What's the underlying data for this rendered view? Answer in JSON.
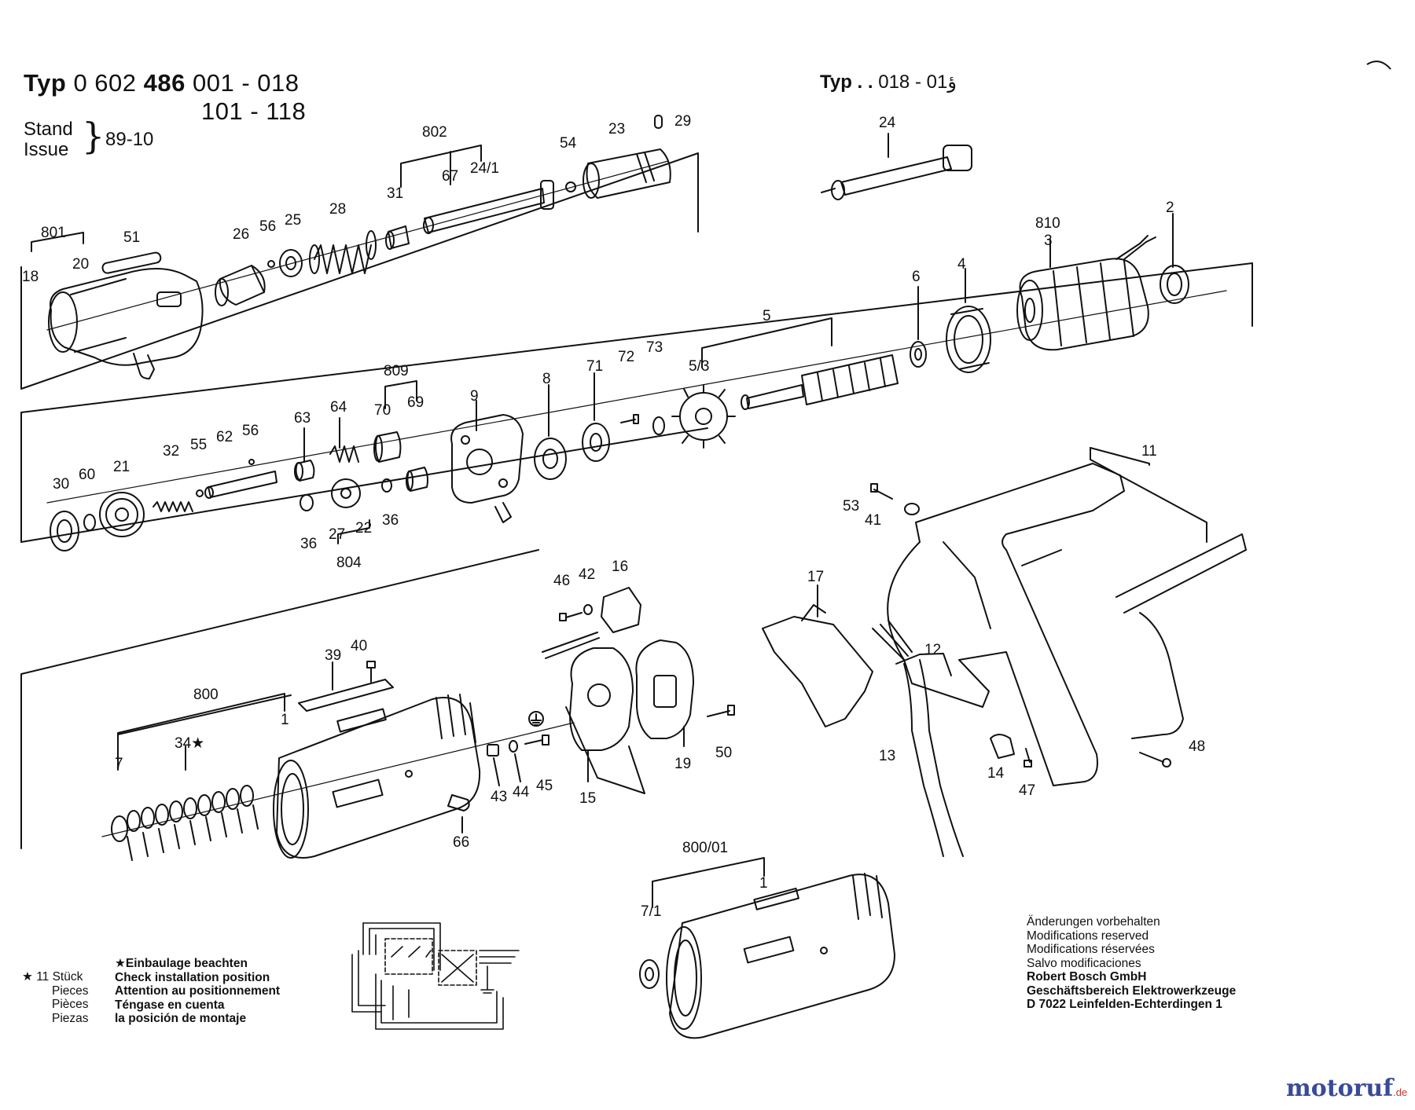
{
  "header": {
    "typ_label": "Typ",
    "typ_number": "0 602",
    "typ_number_bold": "486",
    "variants_1": "001 - 018",
    "variants_2": "101 - 118",
    "stand": "Stand",
    "issue": "Issue",
    "date": "89-10",
    "typ_right": "Typ . .",
    "typ_right_range": "ؤ01 - 018"
  },
  "callouts": [
    "802",
    "67",
    "24/1",
    "31",
    "23",
    "29",
    "54",
    "24",
    "801",
    "51",
    "26",
    "56",
    "25",
    "28",
    "18",
    "20",
    "810",
    "3",
    "2",
    "6",
    "4",
    "5",
    "5/3",
    "809",
    "70",
    "69",
    "9",
    "8",
    "71",
    "72",
    "73",
    "30",
    "60",
    "21",
    "32",
    "55",
    "62",
    "56",
    "63",
    "64",
    "36",
    "27",
    "22",
    "36",
    "804",
    "11",
    "53",
    "41",
    "46",
    "42",
    "16",
    "17",
    "12",
    "39",
    "40",
    "800",
    "34★",
    "7",
    "1",
    "43",
    "44",
    "45",
    "15",
    "19",
    "50",
    "66",
    "13",
    "14",
    "47",
    "48",
    "800/01",
    "1",
    "7/1"
  ],
  "install_note": {
    "count": "★ 11 Stück",
    "pieces_1": "Pieces",
    "pieces_2": "Pièces",
    "pieces_3": "Piezas",
    "line_1": "★Einbaulage beachten",
    "line_2": "Check installation position",
    "line_3": "Attention au positionnement",
    "line_4": "Téngase en cuenta",
    "line_5": "la posición de montaje"
  },
  "reserved_note": {
    "de": "Änderungen vorbehalten",
    "en": "Modifications reserved",
    "fr": "Modifications réservées",
    "es": "Salvo modificaciones",
    "company": "Robert Bosch GmbH",
    "division": "Geschäftsbereich Elektrowerkzeuge",
    "address": "D 7022 Leinfelden-Echterdingen 1"
  },
  "watermark": {
    "name": "motoruf",
    "tld": ".de"
  }
}
